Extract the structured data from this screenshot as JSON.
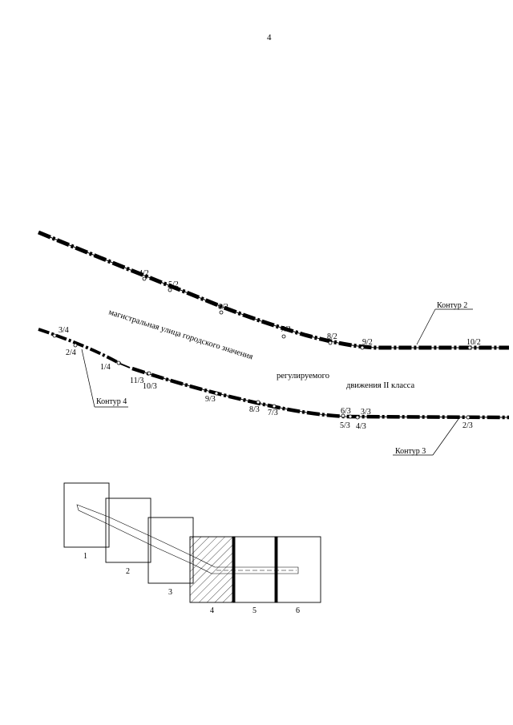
{
  "page_number": "4",
  "street": {
    "line1": "магистральная улица городского значения",
    "line2_part1": "регулируемого",
    "line2_part2": "движения II класса"
  },
  "contours": {
    "contour2": "Контур 2",
    "contour3": "Контур 3",
    "contour4": "Контур 4"
  },
  "upper_points": [
    "4/2",
    "5/2",
    "6/2",
    "7/2",
    "8/2",
    "9/2",
    "10/2"
  ],
  "lower_points": [
    "3/4",
    "2/4",
    "1/4",
    "11/3",
    "10/3",
    "9/3",
    "8/3",
    "7/3",
    "6/3",
    "5/3",
    "3/3",
    "4/3",
    "2/3"
  ],
  "sheets": [
    "1",
    "2",
    "3",
    "4",
    "5",
    "6"
  ]
}
